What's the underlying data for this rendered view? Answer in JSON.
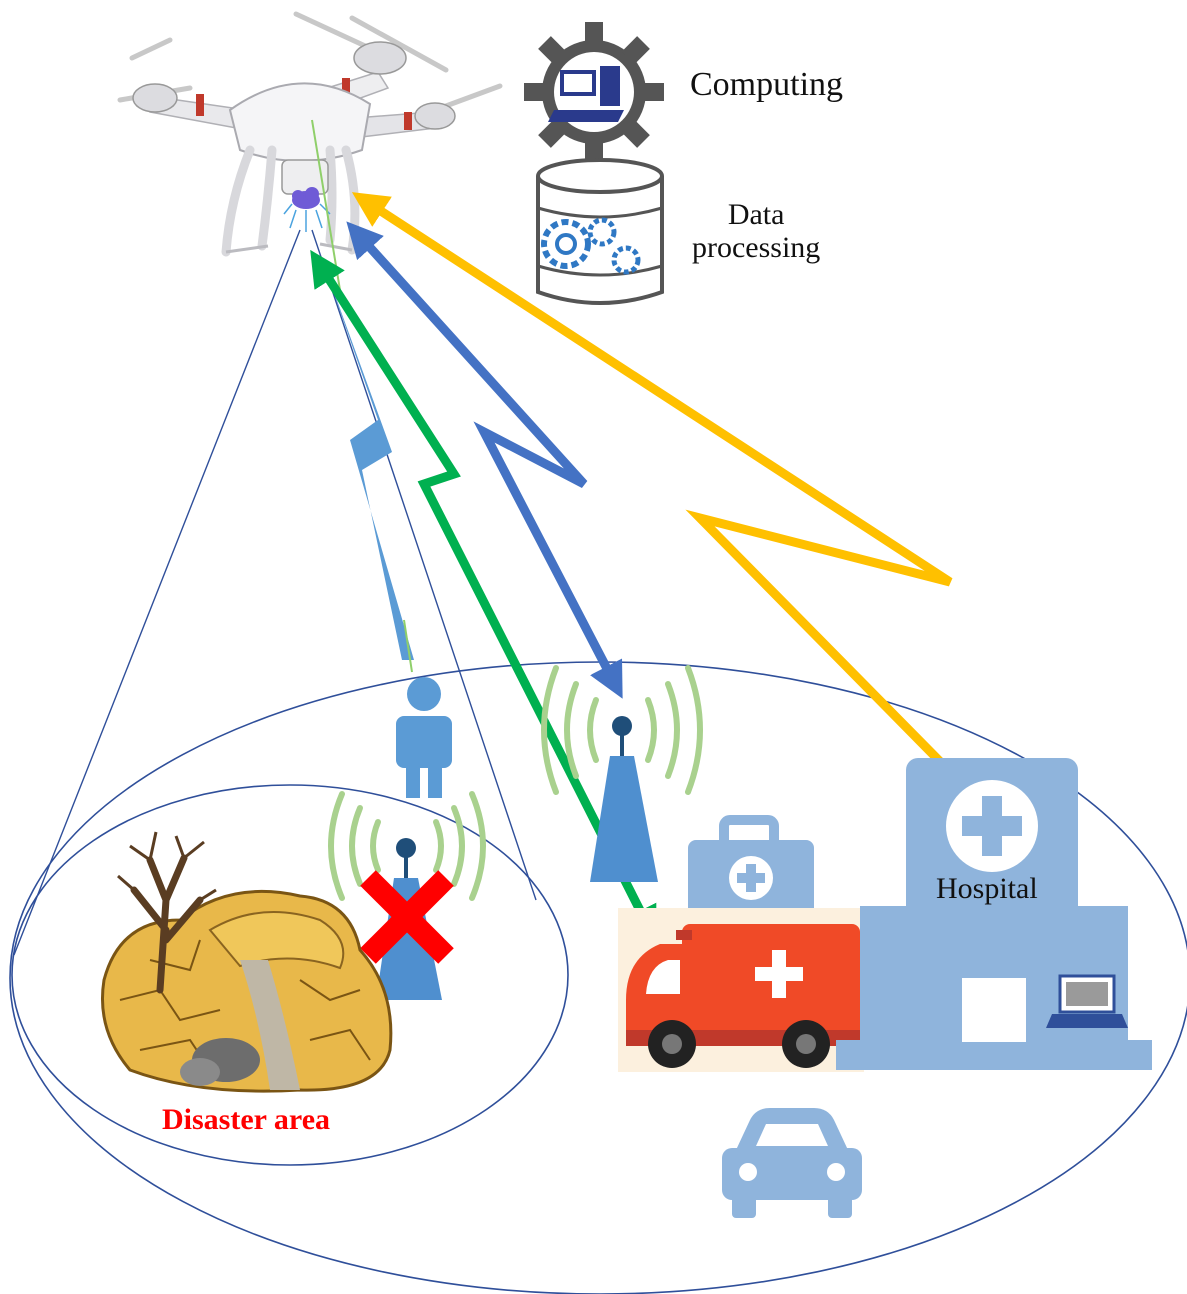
{
  "labels": {
    "computing": "Computing",
    "data_line1": "Data",
    "data_line2": "processing",
    "hospital": "Hospital",
    "disaster_area": "Disaster area"
  },
  "colors": {
    "link_yellow": "#ffc000",
    "link_blue": "#4472c4",
    "link_green": "#00b050",
    "signal_blue": "#5b9bd5",
    "icon_blue": "#8fb4dc",
    "tower_blue": "#4f8fcf",
    "wave_green": "#a9d18e",
    "ambulance_red": "#f04a27",
    "failure_red": "#ff0000",
    "ellipse_stroke": "#2f4f9a",
    "disaster_text": "#ff0000"
  },
  "icons": [
    "drone-icon",
    "gear-computer-icon",
    "database-gear-icon",
    "person-icon",
    "tower-icon",
    "first-aid-kit-icon",
    "ambulance-icon",
    "hospital-icon",
    "laptop-icon",
    "car-icon",
    "cross-mark-icon",
    "disaster-terrain-icon"
  ]
}
